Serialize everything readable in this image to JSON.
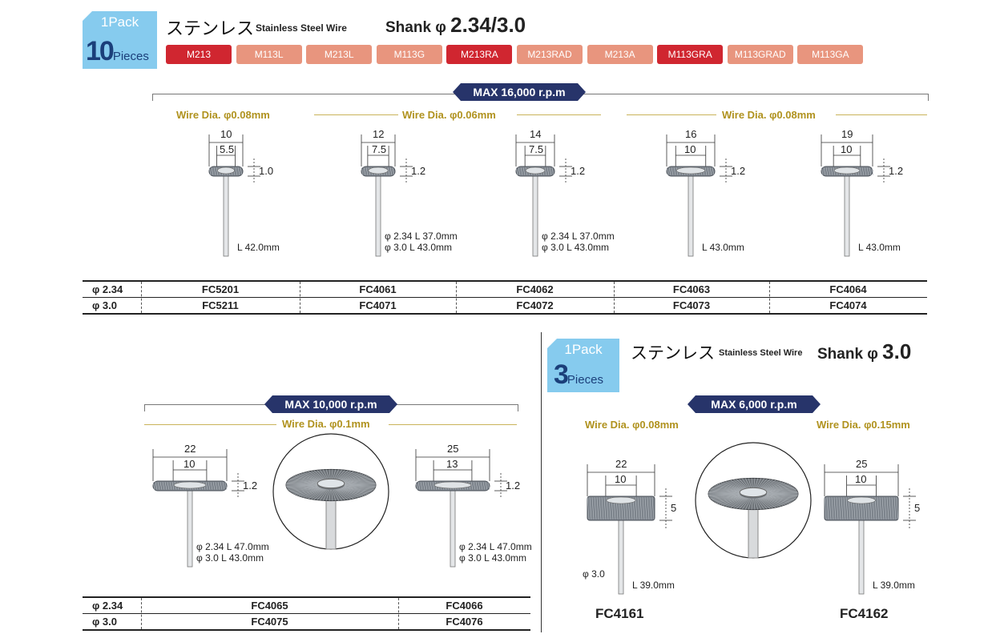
{
  "top": {
    "badge": {
      "pack": "1Pack",
      "count": "10",
      "unit": "Pieces"
    },
    "title_jp": "ステンレス",
    "title_en": "Stainless Steel Wire",
    "shank_label": "Shank φ",
    "shank_value": "2.34/3.0",
    "tags": [
      {
        "label": "M213",
        "highlighted": true
      },
      {
        "label": "M113L",
        "highlighted": false
      },
      {
        "label": "M213L",
        "highlighted": false
      },
      {
        "label": "M113G",
        "highlighted": false
      },
      {
        "label": "M213RA",
        "highlighted": true
      },
      {
        "label": "M213RAD",
        "highlighted": false
      },
      {
        "label": "M213A",
        "highlighted": false
      },
      {
        "label": "M113GRA",
        "highlighted": true
      },
      {
        "label": "M113GRAD",
        "highlighted": false
      },
      {
        "label": "M113GA",
        "highlighted": false
      }
    ],
    "tag_colors": {
      "highlighted": "#d02630",
      "normal": "#e8957e"
    },
    "max_rpm": "MAX 16,000 r.p.m",
    "wire_labels": [
      "Wire Dia. φ0.08mm",
      "Wire Dia. φ0.06mm",
      "Wire Dia. φ0.08mm"
    ],
    "items": [
      {
        "outer": "10",
        "inner": "5.5",
        "thick": "1.0",
        "l1": "L 42.0mm"
      },
      {
        "outer": "12",
        "inner": "7.5",
        "thick": "1.2",
        "l1": "φ 2.34  L 37.0mm",
        "l2": "φ 3.0    L 43.0mm"
      },
      {
        "outer": "14",
        "inner": "7.5",
        "thick": "1.2",
        "l1": "φ 2.34  L 37.0mm",
        "l2": "φ 3.0    L 43.0mm"
      },
      {
        "outer": "16",
        "inner": "10",
        "thick": "1.2",
        "l1": "L 43.0mm"
      },
      {
        "outer": "19",
        "inner": "10",
        "thick": "1.2",
        "l1": "L 43.0mm"
      }
    ],
    "table": [
      {
        "shank": "φ 2.34",
        "codes": [
          "FC5201",
          "FC4061",
          "FC4062",
          "FC4063",
          "FC4064"
        ]
      },
      {
        "shank": "φ 3.0",
        "codes": [
          "FC5211",
          "FC4071",
          "FC4072",
          "FC4073",
          "FC4074"
        ]
      }
    ]
  },
  "bottom_left": {
    "max_rpm": "MAX 10,000 r.p.m",
    "wire_label": "Wire Dia. φ0.1mm",
    "items": [
      {
        "outer": "22",
        "inner": "10",
        "thick": "1.2",
        "l1": "φ 2.34  L 47.0mm",
        "l2": "φ 3.0    L 43.0mm"
      },
      {
        "outer": "25",
        "inner": "13",
        "thick": "1.2",
        "l1": "φ 2.34  L 47.0mm",
        "l2": "φ 3.0    L 43.0mm"
      }
    ],
    "table": [
      {
        "shank": "φ 2.34",
        "codes": [
          "FC4065",
          "FC4066"
        ]
      },
      {
        "shank": "φ 3.0",
        "codes": [
          "FC4075",
          "FC4076"
        ]
      }
    ]
  },
  "bottom_right": {
    "badge": {
      "pack": "1Pack",
      "count": "3",
      "unit": "Pieces"
    },
    "title_jp": "ステンレス",
    "title_en": "Stainless Steel Wire",
    "shank_label": "Shank φ",
    "shank_value": "3.0",
    "max_rpm": "MAX 6,000 r.p.m",
    "wire_labels": [
      "Wire Dia. φ0.08mm",
      "Wire Dia. φ0.15mm"
    ],
    "items": [
      {
        "outer": "22",
        "inner": "10",
        "thick": "5",
        "l1": "L 39.0mm",
        "shank_dia": "φ 3.0",
        "code": "FC4161"
      },
      {
        "outer": "25",
        "inner": "10",
        "thick": "5",
        "l1": "L 39.0mm",
        "code": "FC4162"
      }
    ]
  }
}
